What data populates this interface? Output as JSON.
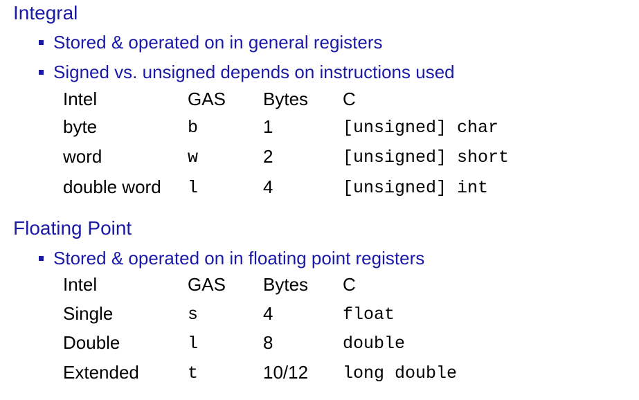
{
  "integral": {
    "title": "Integral",
    "bullets": [
      "Stored & operated on in general registers",
      "Signed vs. unsigned depends on instructions used"
    ],
    "table": {
      "headers": [
        "Intel",
        "GAS",
        "Bytes",
        "C"
      ],
      "rows": [
        [
          "byte",
          "b",
          "1",
          "[unsigned] char"
        ],
        [
          "word",
          "w",
          "2",
          "[unsigned] short"
        ],
        [
          "double word",
          "l",
          "4",
          "[unsigned] int"
        ]
      ]
    }
  },
  "floating": {
    "title": "Floating Point",
    "bullets": [
      "Stored & operated on in floating point registers"
    ],
    "table": {
      "headers": [
        "Intel",
        "GAS",
        "Bytes",
        "C"
      ],
      "rows": [
        [
          "Single",
          "s",
          "4",
          "float"
        ],
        [
          "Double",
          "l",
          "8",
          "double"
        ],
        [
          "Extended",
          "t",
          "10/12",
          "long double"
        ]
      ]
    }
  },
  "colors": {
    "heading": "#1a1aa6",
    "body": "#000000"
  }
}
